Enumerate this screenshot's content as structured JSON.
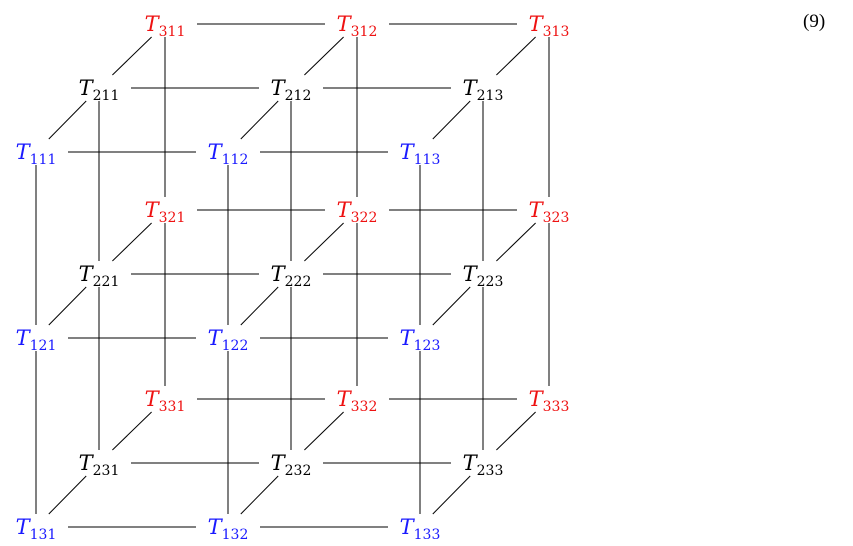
{
  "equation_number": "(9)",
  "colors": {
    "layer1": "#1a1aff",
    "layer2": "#000000",
    "layer3": "#ee1111",
    "edge": "#000000"
  },
  "nodes": [
    {
      "id": "111",
      "letter": "T",
      "sub": "111",
      "layer": 1
    },
    {
      "id": "112",
      "letter": "T",
      "sub": "112",
      "layer": 1
    },
    {
      "id": "113",
      "letter": "T",
      "sub": "113",
      "layer": 1
    },
    {
      "id": "121",
      "letter": "T",
      "sub": "121",
      "layer": 1
    },
    {
      "id": "122",
      "letter": "T",
      "sub": "122",
      "layer": 1
    },
    {
      "id": "123",
      "letter": "T",
      "sub": "123",
      "layer": 1
    },
    {
      "id": "131",
      "letter": "T",
      "sub": "131",
      "layer": 1
    },
    {
      "id": "132",
      "letter": "T",
      "sub": "132",
      "layer": 1
    },
    {
      "id": "133",
      "letter": "T",
      "sub": "133",
      "layer": 1
    },
    {
      "id": "211",
      "letter": "T",
      "sub": "211",
      "layer": 2
    },
    {
      "id": "212",
      "letter": "T",
      "sub": "212",
      "layer": 2
    },
    {
      "id": "213",
      "letter": "T",
      "sub": "213",
      "layer": 2
    },
    {
      "id": "221",
      "letter": "T",
      "sub": "221",
      "layer": 2
    },
    {
      "id": "222",
      "letter": "T",
      "sub": "222",
      "layer": 2
    },
    {
      "id": "223",
      "letter": "T",
      "sub": "223",
      "layer": 2
    },
    {
      "id": "231",
      "letter": "T",
      "sub": "231",
      "layer": 2
    },
    {
      "id": "232",
      "letter": "T",
      "sub": "232",
      "layer": 2
    },
    {
      "id": "233",
      "letter": "T",
      "sub": "233",
      "layer": 2
    },
    {
      "id": "311",
      "letter": "T",
      "sub": "311",
      "layer": 3
    },
    {
      "id": "312",
      "letter": "T",
      "sub": "312",
      "layer": 3
    },
    {
      "id": "313",
      "letter": "T",
      "sub": "313",
      "layer": 3
    },
    {
      "id": "321",
      "letter": "T",
      "sub": "321",
      "layer": 3
    },
    {
      "id": "322",
      "letter": "T",
      "sub": "322",
      "layer": 3
    },
    {
      "id": "323",
      "letter": "T",
      "sub": "323",
      "layer": 3
    },
    {
      "id": "331",
      "letter": "T",
      "sub": "331",
      "layer": 3
    },
    {
      "id": "332",
      "letter": "T",
      "sub": "332",
      "layer": 3
    },
    {
      "id": "333",
      "letter": "T",
      "sub": "333",
      "layer": 3
    }
  ]
}
